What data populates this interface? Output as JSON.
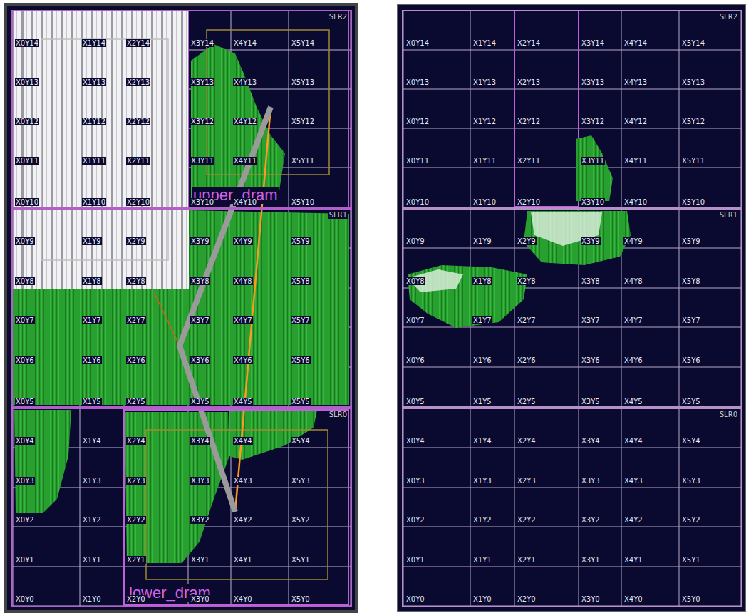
{
  "diagram": {
    "nodes": [
      {
        "text": [
          "SLR2"
        ]
      },
      {
        "text": [
          "upper_dram"
        ],
        "in": 0
      },
      {
        "text": [
          "SLR1"
        ]
      },
      {
        "text": [
          "SLR0"
        ]
      },
      {
        "text": [
          "lower_dram"
        ],
        "in": 3
      },
      {
        "text": [
          "SLR2"
        ]
      },
      {
        "text": [
          "SLR1"
        ]
      },
      {
        "text": [
          "SLR0"
        ]
      }
    ],
    "labels": [
      "X0Y14",
      "X1Y14",
      "X2Y14",
      "X3Y14",
      "X4Y14",
      "X5Y14",
      "X0Y13",
      "X1Y13",
      "X2Y13",
      "X3Y13",
      "X4Y13",
      "X5Y13",
      "X0Y12",
      "X1Y12",
      "X2Y12",
      "X3Y12",
      "X4Y12",
      "X5Y12",
      "X0Y11",
      "X1Y11",
      "X2Y11",
      "X3Y11",
      "X4Y11",
      "X5Y11",
      "X0Y10",
      "X1Y10",
      "X2Y10",
      "X3Y10",
      "X4Y10",
      "X5Y10",
      "X0Y9",
      "X1Y9",
      "X2Y9",
      "X3Y9",
      "X4Y9",
      "X5Y9",
      "X0Y8",
      "X1Y8",
      "X2Y8",
      "X3Y8",
      "X4Y8",
      "X5Y8",
      "X0Y7",
      "X1Y7",
      "X2Y7",
      "X3Y7",
      "X4Y7",
      "X5Y7",
      "X0Y6",
      "X1Y6",
      "X2Y6",
      "X3Y6",
      "X4Y6",
      "X5Y6",
      "X0Y5",
      "X1Y5",
      "X2Y5",
      "X3Y5",
      "X4Y5",
      "X5Y5",
      "X0Y4",
      "X1Y4",
      "X2Y4",
      "X3Y4",
      "X4Y4",
      "X5Y4",
      "X0Y3",
      "X1Y3",
      "X2Y3",
      "X3Y3",
      "X4Y3",
      "X5Y3",
      "X0Y2",
      "X1Y2",
      "X2Y2",
      "X3Y2",
      "X4Y2",
      "X5Y2",
      "X0Y1",
      "X1Y1",
      "X2Y1",
      "X3Y1",
      "X4Y1",
      "X5Y1",
      "X0Y0",
      "X1Y0",
      "X2Y0",
      "X3Y0",
      "X4Y0",
      "X5Y0",
      "X0Y14",
      "X1Y14",
      "X2Y14",
      "X3Y14",
      "X4Y14",
      "X5Y14",
      "X0Y13",
      "X1Y13",
      "X2Y13",
      "X3Y13",
      "X4Y13",
      "X5Y13",
      "X0Y12",
      "X1Y12",
      "X2Y12",
      "X3Y12",
      "X4Y12",
      "X5Y12",
      "X0Y11",
      "X1Y11",
      "X2Y11",
      "X3Y11",
      "X4Y11",
      "X5Y11",
      "X0Y10",
      "X1Y10",
      "X2Y10",
      "X3Y10",
      "X4Y10",
      "X5Y10",
      "X0Y9",
      "X1Y9",
      "X2Y9",
      "X3Y9",
      "X4Y9",
      "X5Y9",
      "X0Y8",
      "X1Y8",
      "X2Y8",
      "X3Y8",
      "X4Y8",
      "X5Y8",
      "X0Y7",
      "X1Y7",
      "X2Y7",
      "X3Y7",
      "X4Y7",
      "X5Y7",
      "X0Y6",
      "X1Y6",
      "X2Y6",
      "X3Y6",
      "X4Y6",
      "X5Y6",
      "X0Y5",
      "X1Y5",
      "X2Y5",
      "X3Y5",
      "X4Y5",
      "X5Y5",
      "X0Y4",
      "X1Y4",
      "X2Y4",
      "X3Y4",
      "X4Y4",
      "X5Y4",
      "X0Y3",
      "X1Y3",
      "X2Y3",
      "X3Y3",
      "X4Y3",
      "X5Y3",
      "X0Y2",
      "X1Y2",
      "X2Y2",
      "X3Y2",
      "X4Y2",
      "X5Y2",
      "X0Y1",
      "X1Y1",
      "X2Y1",
      "X3Y1",
      "X4Y1",
      "X5Y1",
      "X0Y0",
      "X1Y0",
      "X2Y0",
      "X3Y0",
      "X4Y0",
      "X5Y0"
    ]
  }
}
